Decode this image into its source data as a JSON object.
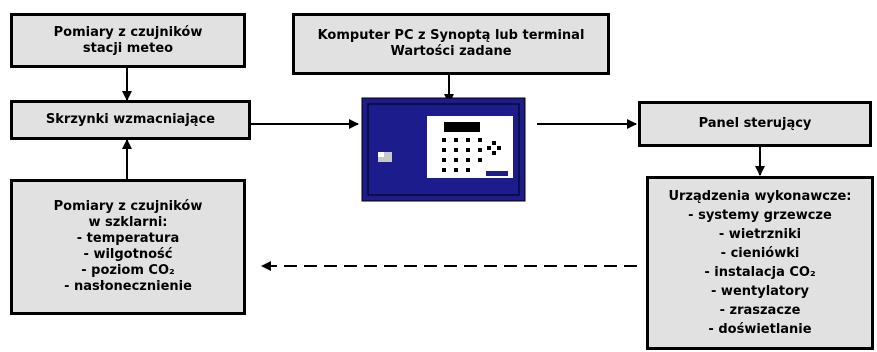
{
  "boxes": {
    "meteo": {
      "lines": [
        "Pomiary z czujników",
        "stacji  meteo"
      ]
    },
    "pc": {
      "lines": [
        "Komputer PC z Synoptą lub terminal",
        "Wartości zadane"
      ]
    },
    "amplifiers": {
      "lines": [
        "Skrzynki wzmacniające"
      ]
    },
    "panel": {
      "lines": [
        "Panel sterujący"
      ]
    },
    "greenhouse": {
      "lines": [
        "Pomiary z czujników",
        "w szklarni:",
        "- temperatura",
        "- wilgotność",
        "- poziom CO₂",
        "- nasłonecznienie"
      ]
    },
    "devices": {
      "lines": [
        "Urządzenia wykonawcze:",
        "- systemy grzewcze",
        "- wietrzniki",
        "- cieniówki",
        "- instalacja CO₂",
        "- wentylatory",
        "- zraszacze",
        "- doświetlanie"
      ]
    }
  },
  "colors": {
    "box_fill": "#e1e1e1",
    "controller_fill": "#1c1c8c",
    "controller_screen": "#ffffff"
  }
}
